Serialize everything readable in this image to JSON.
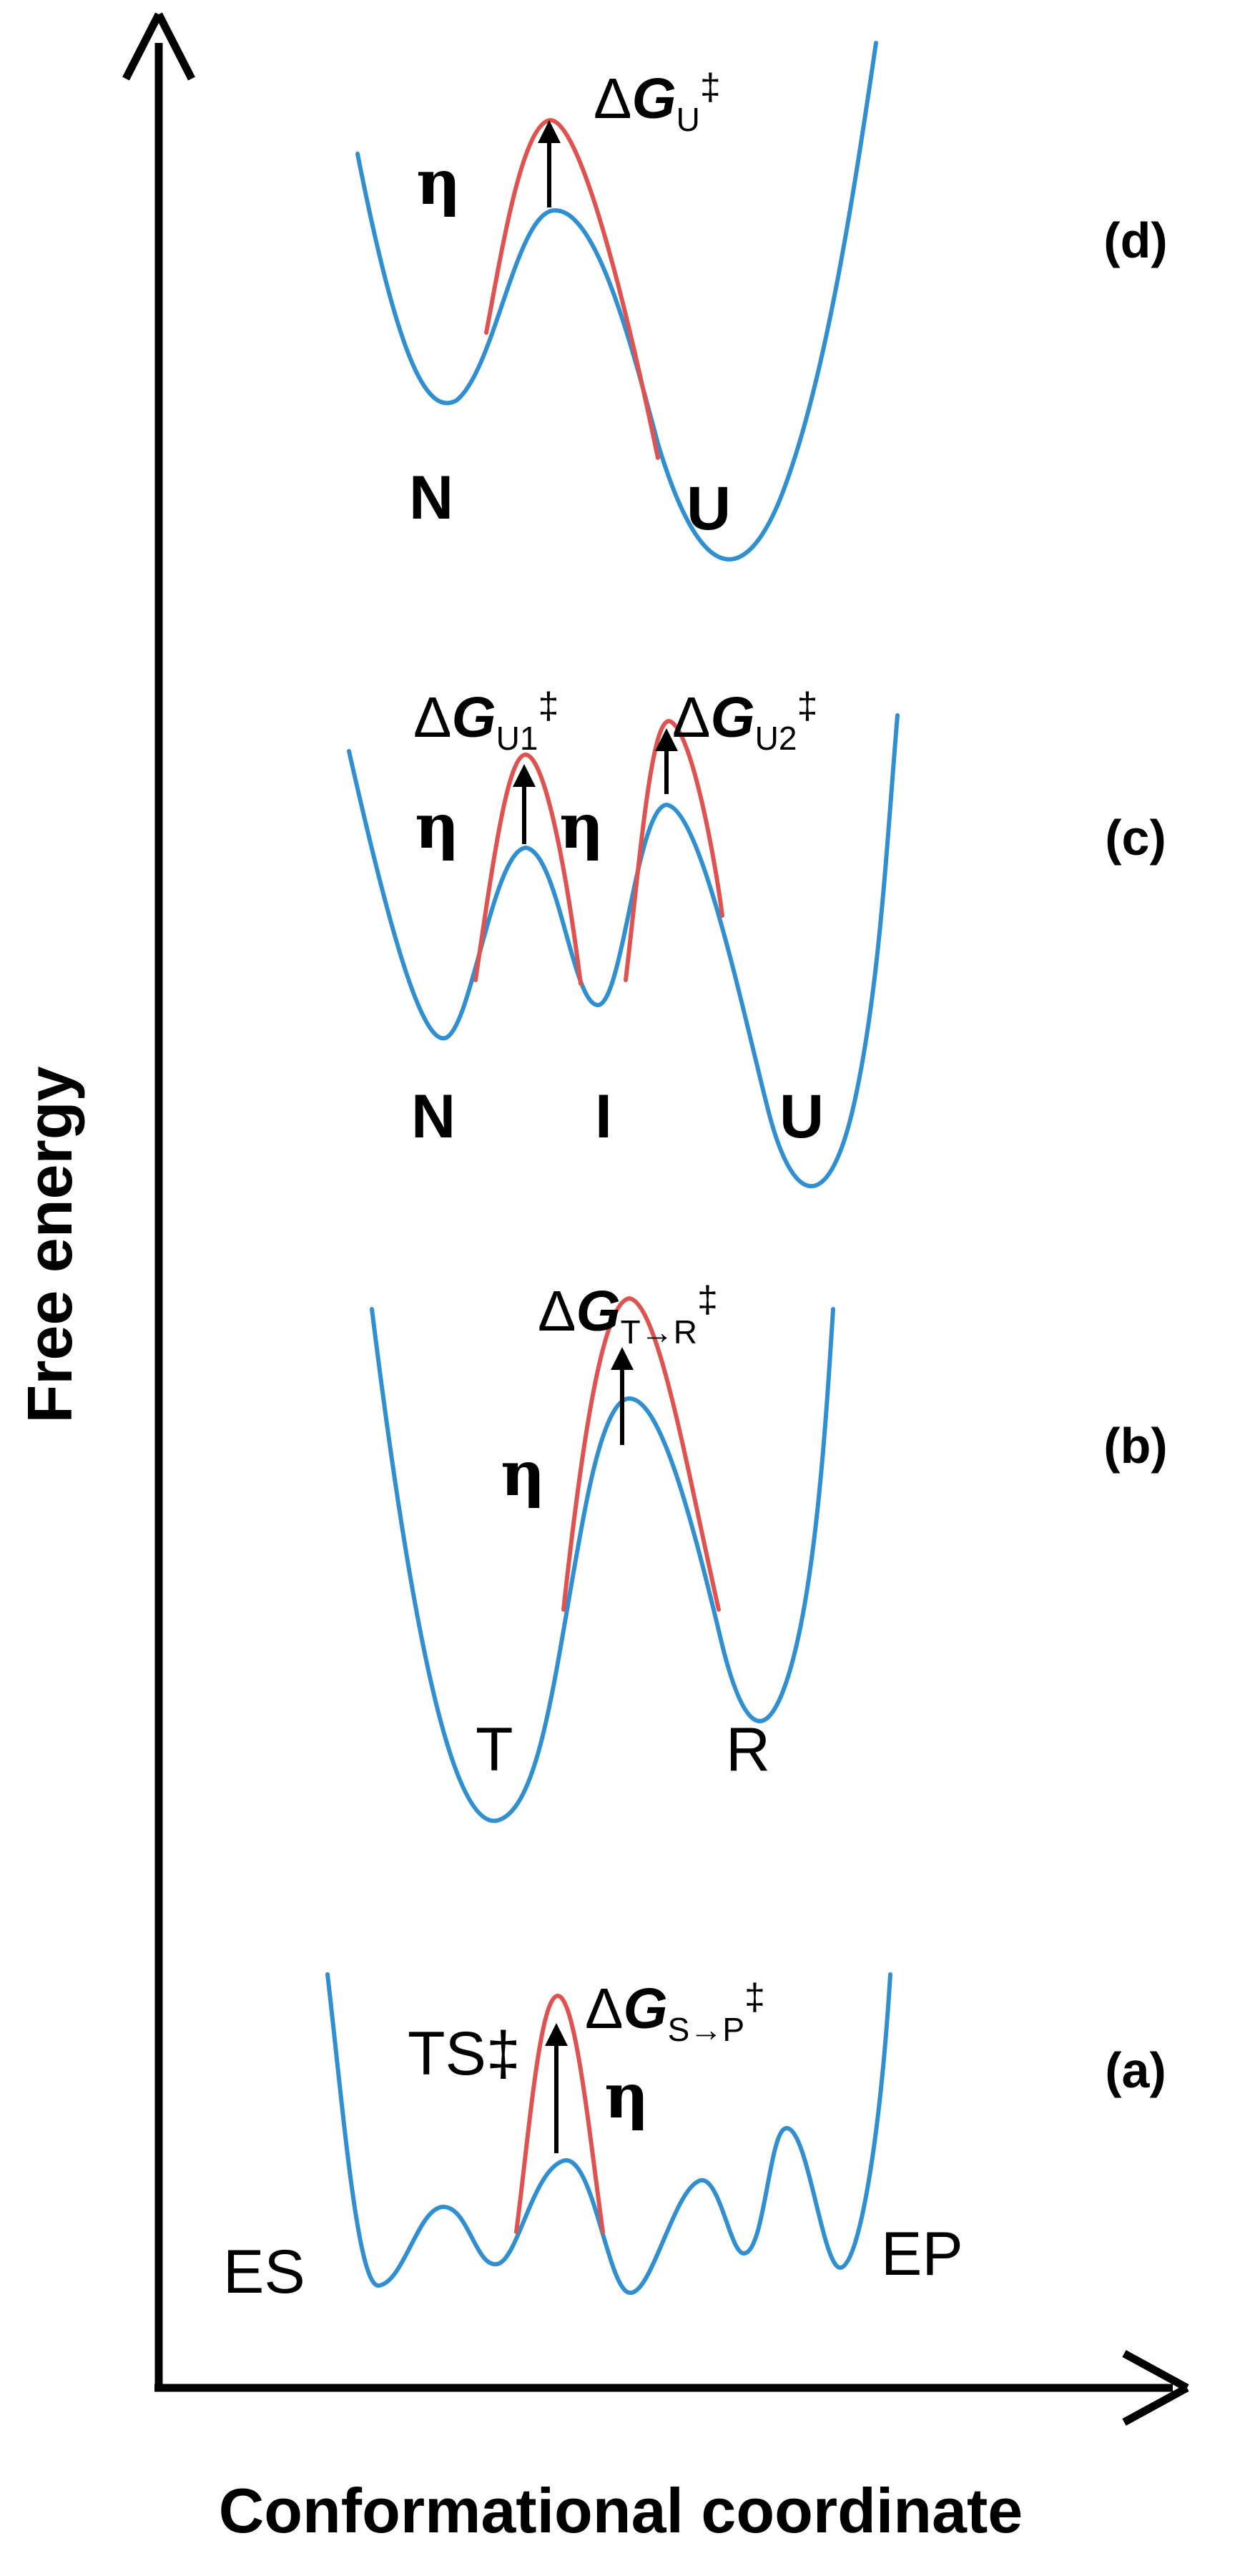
{
  "axes": {
    "x_label": "Conformational coordinate",
    "y_label": "Free energy"
  },
  "colors": {
    "landscape": "#2f8fd0",
    "barrier": "#e0524f",
    "axis": "#000000"
  },
  "panels": {
    "a": {
      "label": "(a)",
      "states": [
        "ES",
        "EP"
      ],
      "transition_state": "TS‡",
      "eta": "η",
      "barrier": {
        "delta": "Δ",
        "g": "G",
        "sub": "S→P",
        "dagger": "‡"
      }
    },
    "b": {
      "label": "(b)",
      "states": [
        "T",
        "R"
      ],
      "eta": "η",
      "barrier": {
        "delta": "Δ",
        "g": "G",
        "sub": "T→R",
        "dagger": "‡"
      }
    },
    "c": {
      "label": "(c)",
      "states": [
        "N",
        "I",
        "U"
      ],
      "eta_left": "η",
      "eta_right": "η",
      "barrier1": {
        "delta": "Δ",
        "g": "G",
        "sub": "U1",
        "dagger": "‡"
      },
      "barrier2": {
        "delta": "Δ",
        "g": "G",
        "sub": "U2",
        "dagger": "‡"
      }
    },
    "d": {
      "label": "(d)",
      "states": [
        "N",
        "U"
      ],
      "eta": "η",
      "barrier": {
        "delta": "Δ",
        "g": "G",
        "sub": "U",
        "dagger": "‡"
      }
    }
  }
}
